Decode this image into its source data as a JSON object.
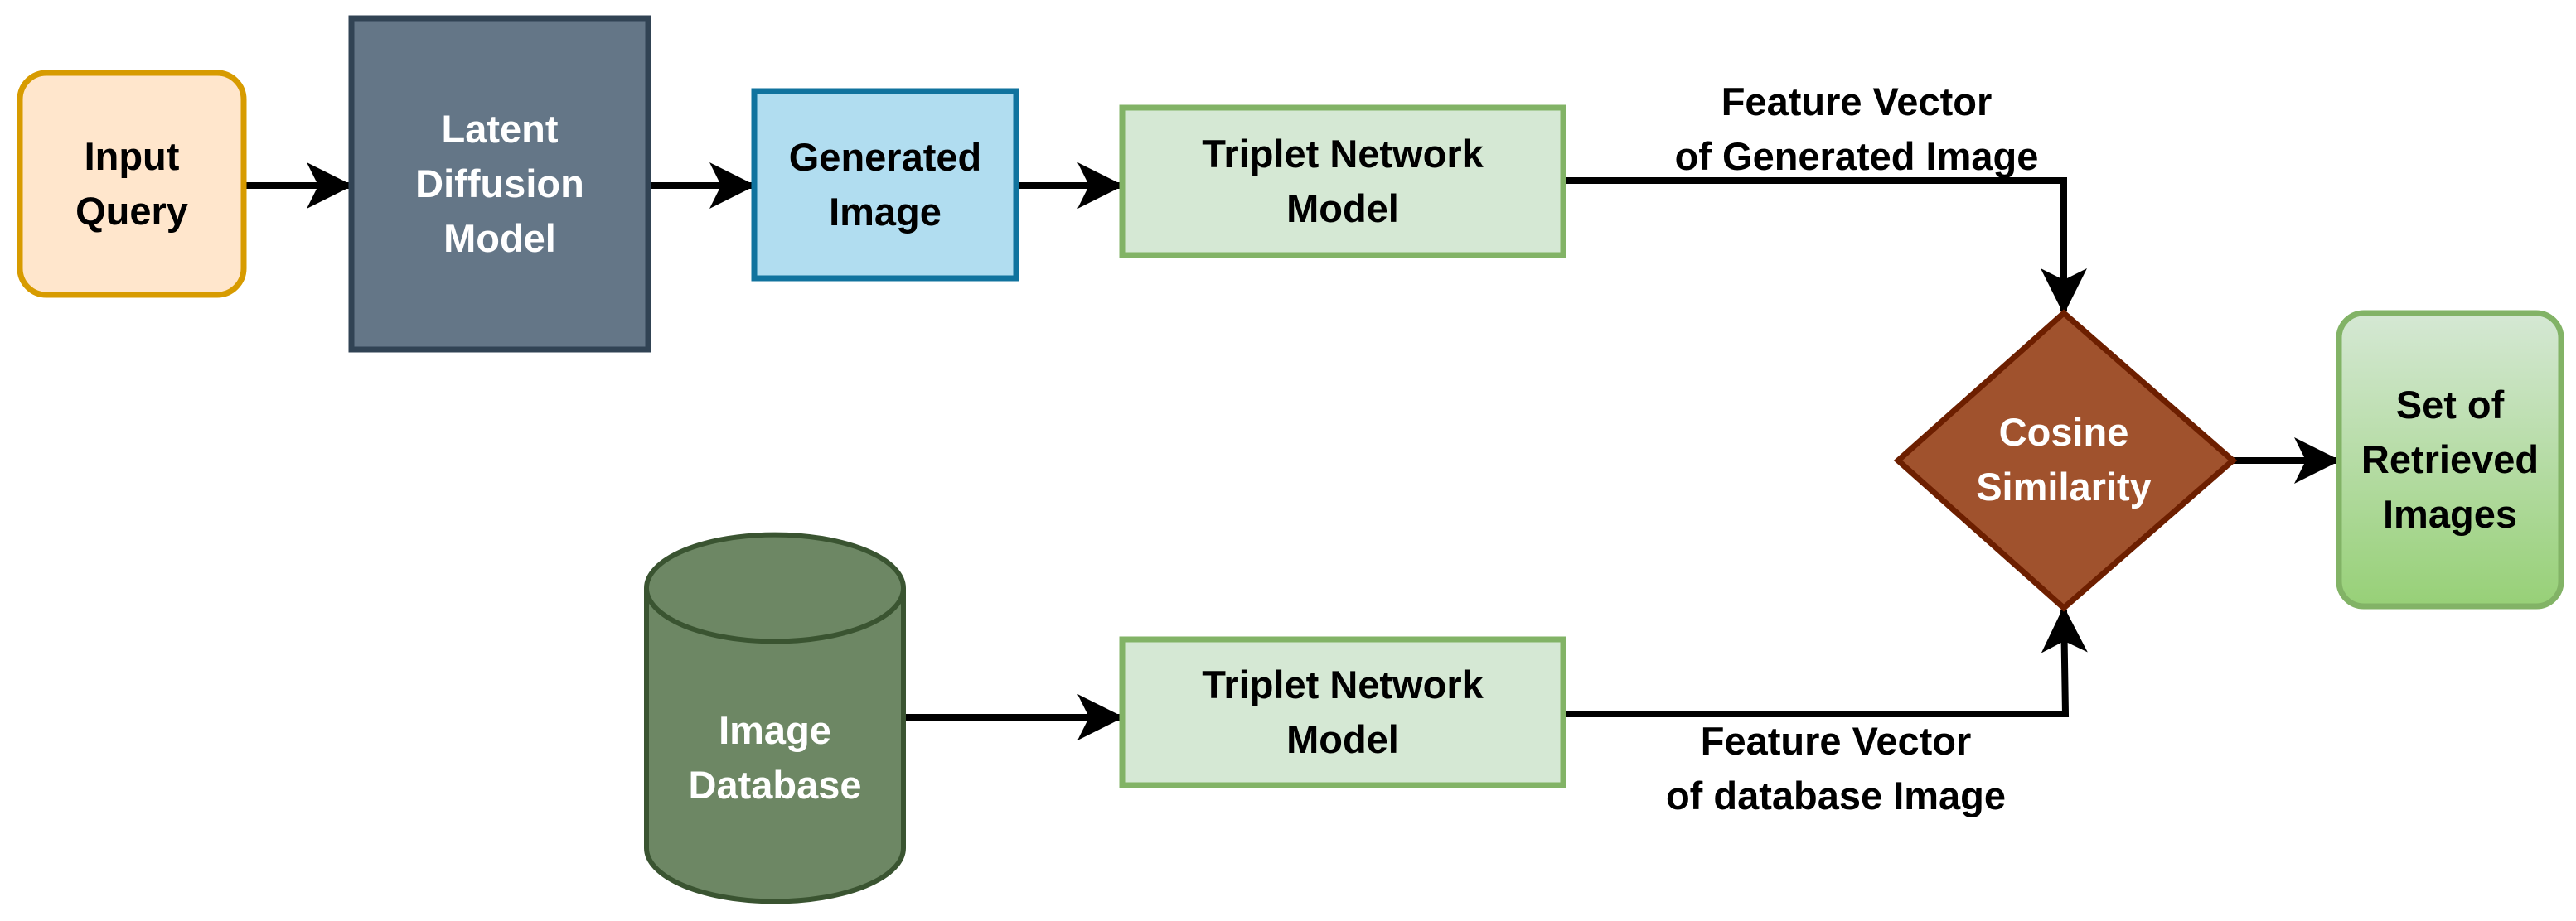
{
  "nodes": {
    "input_query": {
      "text": "Input\nQuery",
      "fill": "#ffe6cc",
      "stroke": "#d79b00"
    },
    "latent_diffusion": {
      "text": "Latent\nDiffusion\nModel",
      "fill": "#647687",
      "stroke": "#314354"
    },
    "generated_image": {
      "text": "Generated\nImage",
      "fill": "#b1ddf0",
      "stroke": "#10739e"
    },
    "triplet_top": {
      "text": "Triplet Network\nModel",
      "fill": "#d5e8d4",
      "stroke": "#82b366"
    },
    "cosine_similarity": {
      "text": "Cosine\nSimilarity",
      "fill": "#a0522d",
      "stroke": "#6d1f00"
    },
    "retrieved_images": {
      "text": "Set of\nRetrieved\nImages",
      "fill_top": "#d5e8d4",
      "fill_bottom": "#97d077",
      "stroke": "#82b366"
    },
    "image_database": {
      "text": "Image\nDatabase",
      "fill": "#6d8764",
      "stroke": "#3a5431"
    },
    "triplet_bottom": {
      "text": "Triplet Network\nModel",
      "fill": "#d5e8d4",
      "stroke": "#82b366"
    }
  },
  "edge_labels": {
    "generated_vector": "Feature Vector\nof Generated Image",
    "database_vector": "Feature Vector\nof database Image"
  },
  "colors": {
    "arrow": "#000000",
    "background": "#ffffff"
  }
}
